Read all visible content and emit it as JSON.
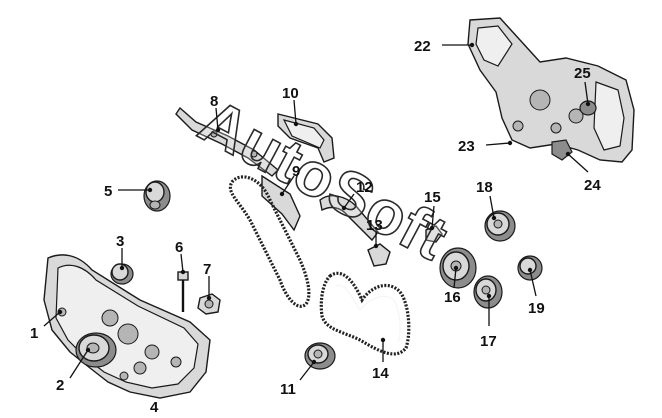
{
  "watermark": "AutoSoft",
  "callouts": [
    "1",
    "2",
    "3",
    "4",
    "5",
    "6",
    "7",
    "8",
    "9",
    "10",
    "11",
    "12",
    "13",
    "14",
    "15",
    "16",
    "17",
    "18",
    "19",
    "22",
    "23",
    "24",
    "25"
  ]
}
